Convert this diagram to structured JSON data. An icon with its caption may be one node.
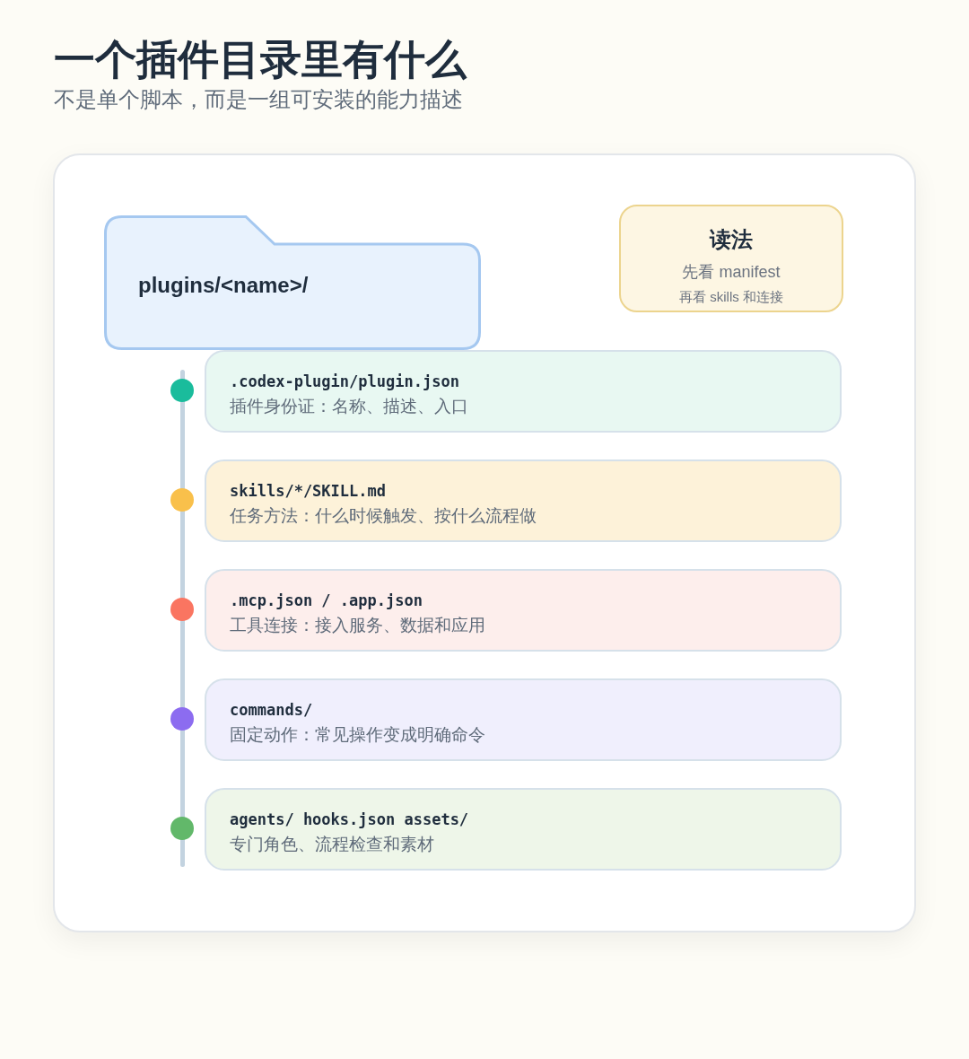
{
  "diagram": {
    "title": "一个插件目录里有什么",
    "nodes": [
      {
        "text": [],
        "shape": "box"
      },
      {
        "text": [
          "plugins/<name>/"
        ],
        "in": 0
      },
      {
        "text": [
          "读法",
          "先看 manifest",
          "再看 skills 和连接"
        ],
        "in": 0
      },
      {
        "text": [
          ".codex-plugin/plugin.json",
          "插件身份证：名称、描述、入口"
        ],
        "in": 0
      },
      {
        "text": [
          "skills/*/SKILL.md",
          "任务方法：什么时候触发、按什么流程做"
        ],
        "in": 0
      },
      {
        "text": [
          ".mcp.json / .app.json",
          "工具连接：接入服务、数据和应用"
        ],
        "in": 0
      },
      {
        "text": [
          "commands/",
          "固定动作：常见操作变成明确命令"
        ],
        "in": 0
      },
      {
        "text": [
          "agents/ hooks.json assets/",
          "专门角色、流程检查和素材"
        ],
        "in": 0
      }
    ],
    "labels": [
      "不是单个脚本，而是一组可安装的能力描述"
    ]
  }
}
